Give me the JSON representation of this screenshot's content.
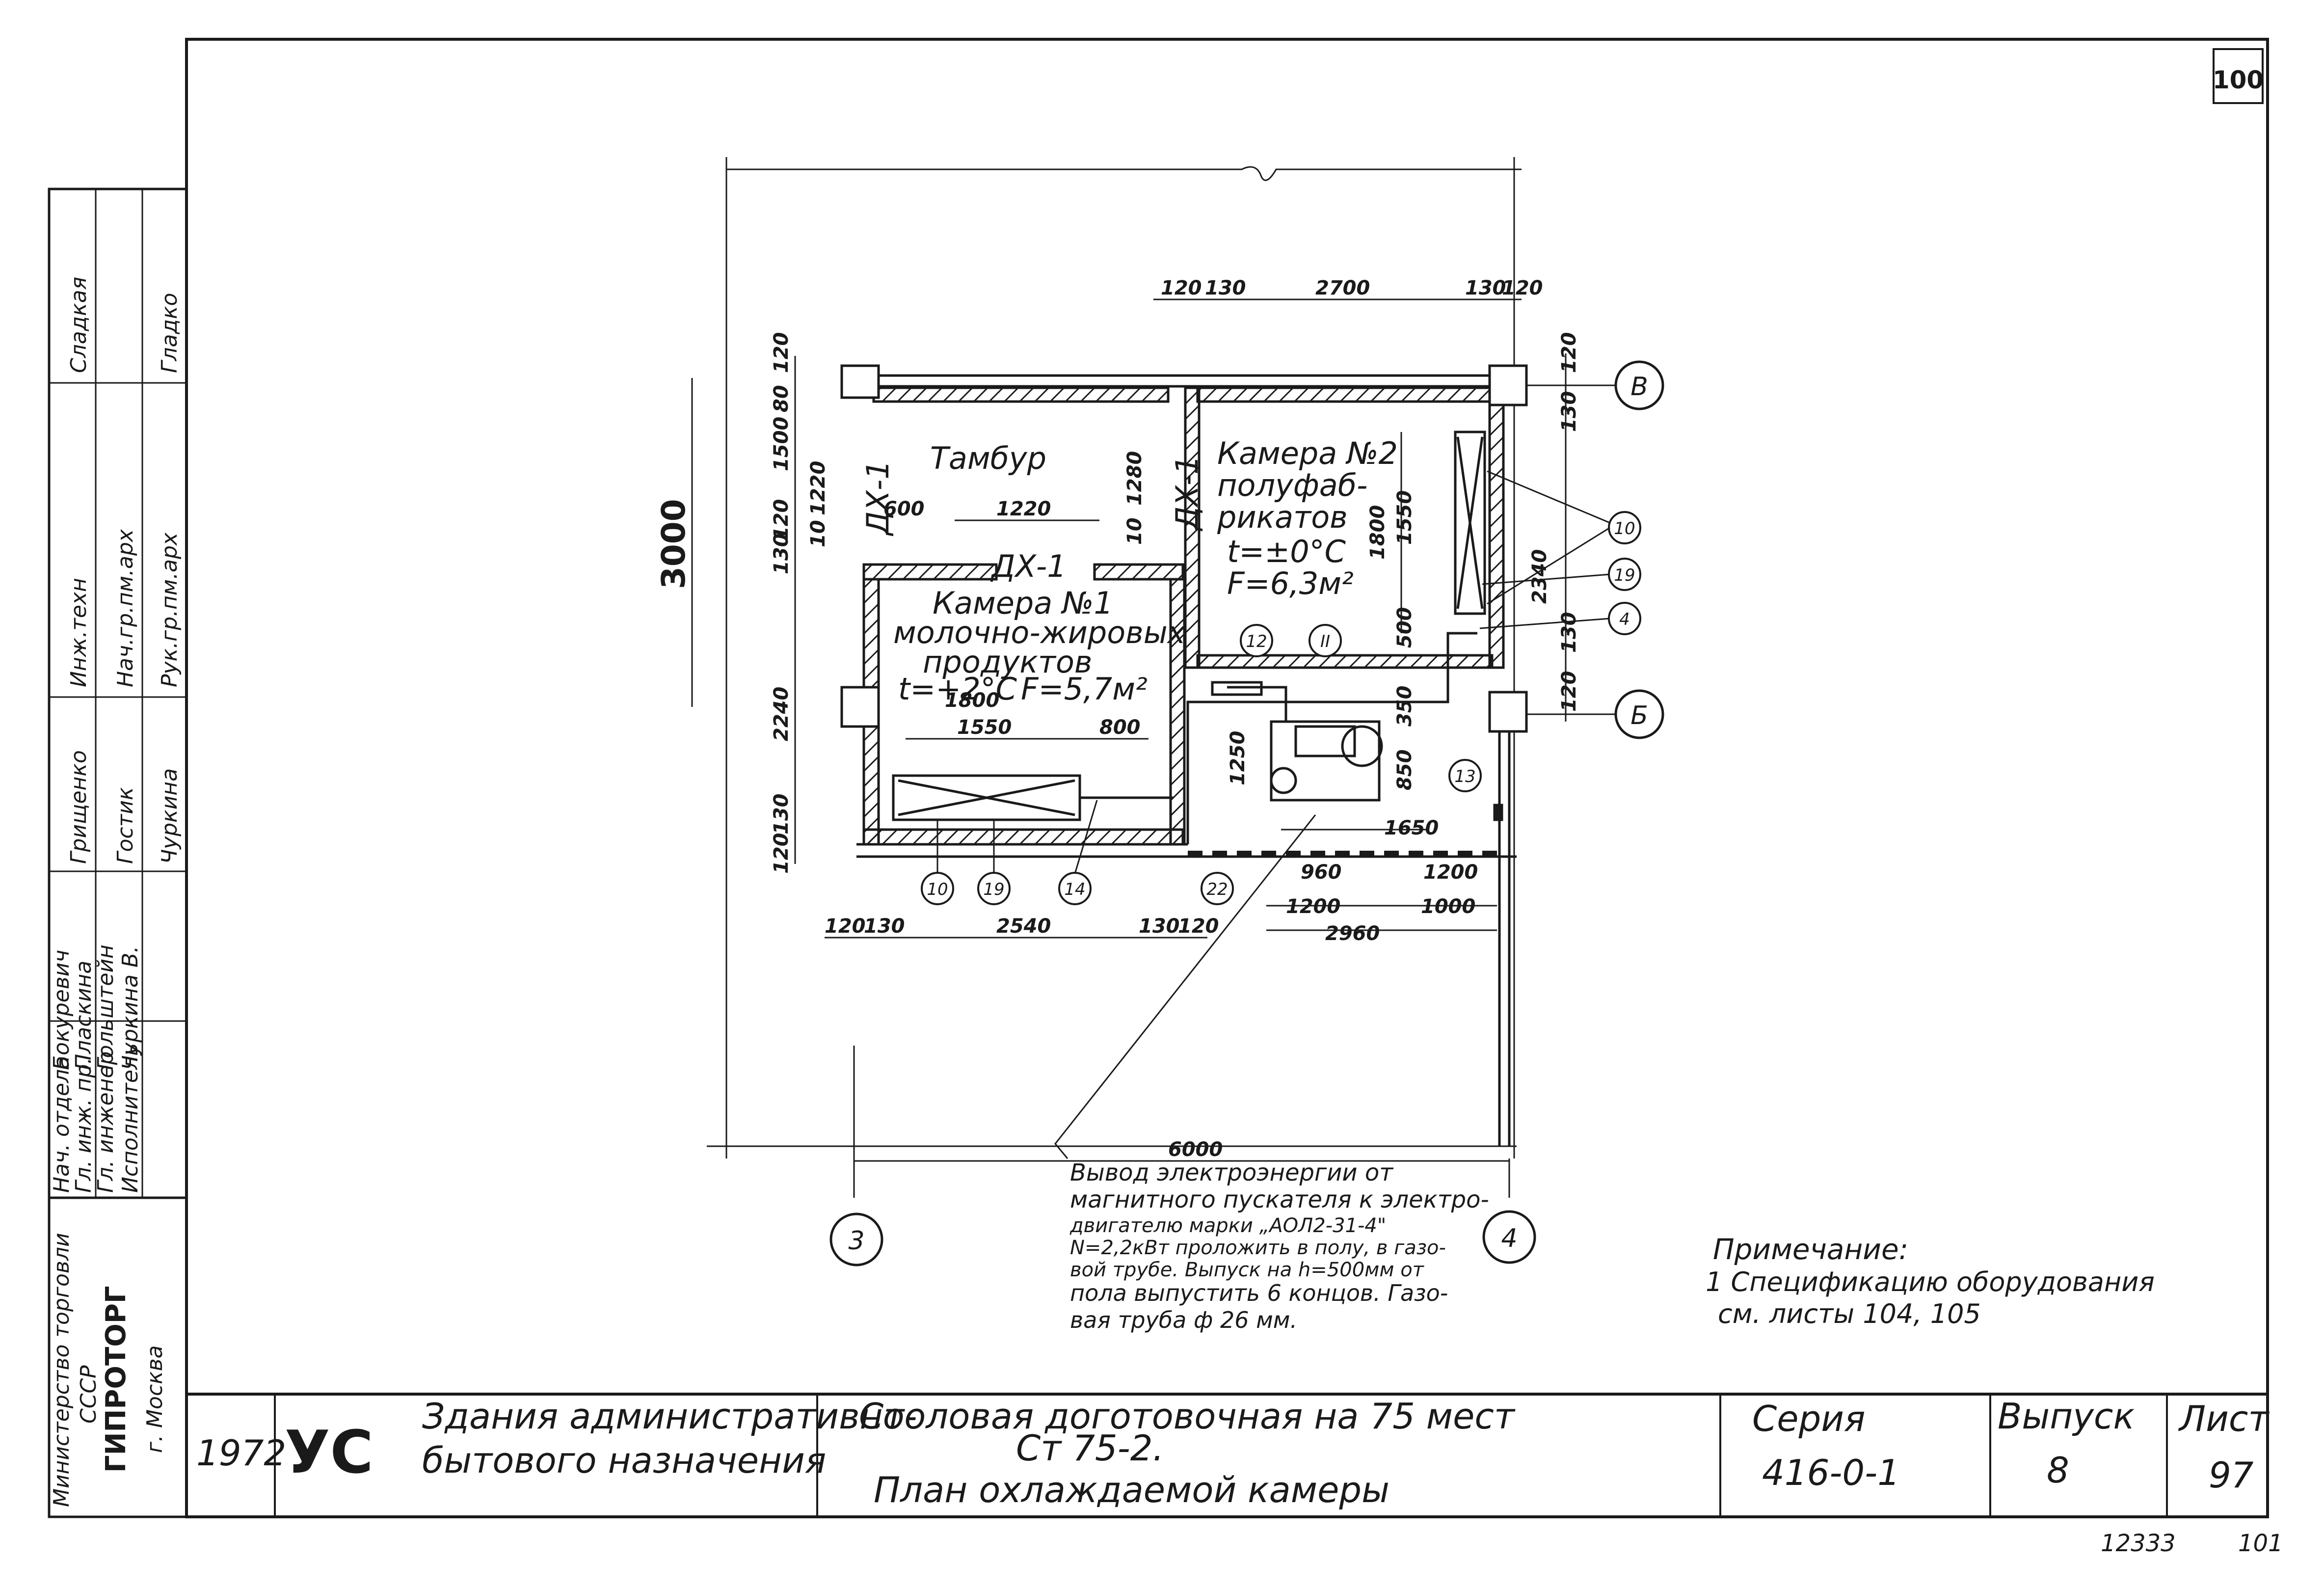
{
  "sheet_corner_number": "100",
  "rooms": {
    "vestibule": "Тамбур",
    "chamber2": [
      "Камера №2",
      "полуфаб-",
      "рикатов",
      "t=±0°C",
      "F=6,3м²"
    ],
    "chamber1": [
      "Камера №1",
      "молочно-жировых",
      "продуктов",
      "t=+2°C",
      "F=5,7м²"
    ]
  },
  "door_labels": [
    "ДХ-1",
    "ДХ-1",
    "ДХ-1"
  ],
  "axes": {
    "top_right": "В",
    "mid_right": "Б",
    "bottom_left": "3",
    "bottom_right": "4"
  },
  "callouts": [
    "10",
    "19",
    "4",
    "12",
    "II",
    "13",
    "10",
    "19",
    "14",
    "22"
  ],
  "dimensions": {
    "top": [
      "120",
      "130",
      "2700",
      "130",
      "120"
    ],
    "left_overall": "3000",
    "left_chain": [
      "120",
      "80",
      "1500",
      "1220",
      "120",
      "10",
      "130",
      "2240",
      "130",
      "120"
    ],
    "inner_top": [
      "600",
      "1220",
      "1280",
      "10"
    ],
    "chamber1_inner": [
      "1800",
      "1550",
      "800"
    ],
    "chamber2_right": [
      "1800",
      "1550",
      "500",
      "2340",
      "130"
    ],
    "right_chain": [
      "120",
      "130",
      "120"
    ],
    "machine": [
      "350",
      "1250",
      "850",
      "1650"
    ],
    "bottom_right": [
      "960",
      "1200",
      "1200",
      "1000",
      "2960"
    ],
    "bottom_left": [
      "120",
      "130",
      "2540",
      "130",
      "120"
    ],
    "overall_bottom": "6000"
  },
  "electrical_note": [
    "Вывод электроэнергии от",
    "магнитного пускателя к электро-",
    "двигателю марки „АОЛ2-31-4\"",
    "N=2,2кВт проложить в полу, в газо-",
    "вой трубе. Выпуск на h=500мм от",
    "пола выпустить 6 концов. Газо-",
    "вая труба ф 26 мм."
  ],
  "note": {
    "title": "Примечание:",
    "lines": [
      "1 Спецификацию оборудования",
      "см. листы 104, 105"
    ]
  },
  "stamp_column": [
    {
      "role": "Нач. отдела",
      "name": "Бокуревич",
      "sign": "Бокуревич"
    },
    {
      "role": "Гл. инж. пр.",
      "name": "Пласкина",
      "sign": "Пласкина"
    },
    {
      "role": "Гл. инженер",
      "name": "Гольштейн",
      "sign": "Гольштейн"
    },
    {
      "role": "Исполнитель",
      "name": "Чуркина",
      "sign": "Чуркина В."
    }
  ],
  "stamp_upper": [
    "Сладкая",
    "Гладко",
    "Инж.техн",
    "Нач.гр.пм.арх",
    "Рук.гр.пм.арх",
    "Грищенко",
    "Гостик",
    "Чуркина"
  ],
  "org": {
    "ministry": "Министерство торговли",
    "country": "СССР",
    "institute": "ГИПРОТОРГ",
    "city": "г. Москва"
  },
  "title_block": {
    "year": "1972",
    "logo": "УС",
    "building_type": [
      "Здания административно-",
      "бытового назначения"
    ],
    "project": [
      "Столовая доготовочная на 75 мест",
      "Ст 75-2."
    ],
    "sheet_title": "План охлаждаемой камеры",
    "series_label": "Серия",
    "series_value": "416-0-1",
    "issue_label": "Выпуск",
    "issue_value": "8",
    "sheet_label": "Лист",
    "sheet_value": "97"
  },
  "footer": {
    "inventory": "12333",
    "page": "101"
  }
}
